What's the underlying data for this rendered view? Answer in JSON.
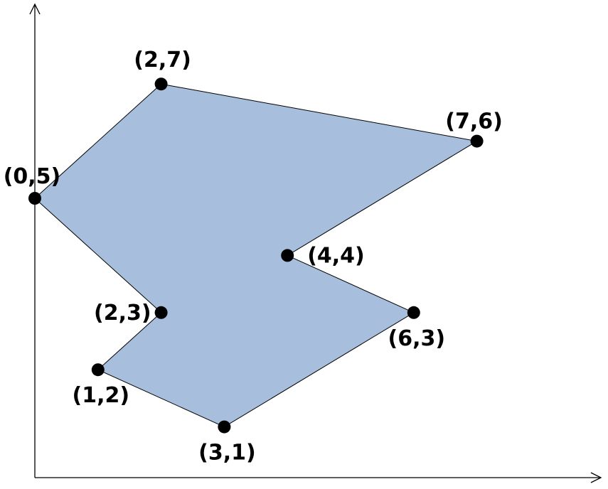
{
  "colors": {
    "fill": "#a7bfdd",
    "stroke": "#000000",
    "vertex": "#000000",
    "background": "#ffffff"
  },
  "vertices": [
    {
      "x": 0,
      "y": 5,
      "label": "(0,5)",
      "label_anchor": "above"
    },
    {
      "x": 2,
      "y": 7,
      "label": "(2,7)",
      "label_anchor": "above"
    },
    {
      "x": 7,
      "y": 6,
      "label": "(7,6)",
      "label_anchor": "above"
    },
    {
      "x": 4,
      "y": 4,
      "label": "(4,4)",
      "label_anchor": "right"
    },
    {
      "x": 6,
      "y": 3,
      "label": "(6,3)",
      "label_anchor": "below"
    },
    {
      "x": 3,
      "y": 1,
      "label": "(3,1)",
      "label_anchor": "below"
    },
    {
      "x": 1,
      "y": 2,
      "label": "(1,2)",
      "label_anchor": "below"
    },
    {
      "x": 2,
      "y": 3,
      "label": "(2,3)",
      "label_anchor": "left"
    }
  ]
}
